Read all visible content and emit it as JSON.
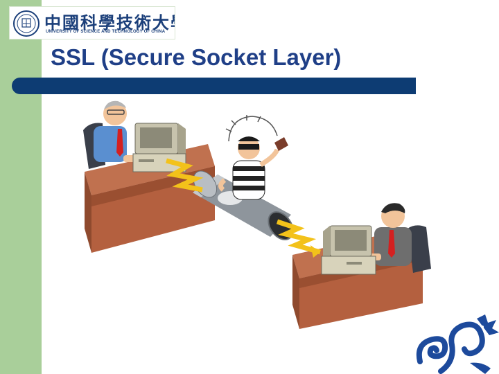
{
  "slide": {
    "title": "SSL (Secure Socket Layer)"
  },
  "logo": {
    "name_cn": "中國科學技術大學",
    "name_en": "UNIVERSITY OF SCIENCE AND TECHNOLOGY OF CHINA"
  },
  "colors": {
    "left_band": "#a9cf9a",
    "title": "#1f3f87",
    "title_bar": "#0d3c73",
    "dragon": "#1d4a9c"
  },
  "illustration": {
    "icon": "eavesdropper-on-secure-connection-illustration"
  },
  "watermark": {
    "icon": "dragon-logo-icon"
  }
}
